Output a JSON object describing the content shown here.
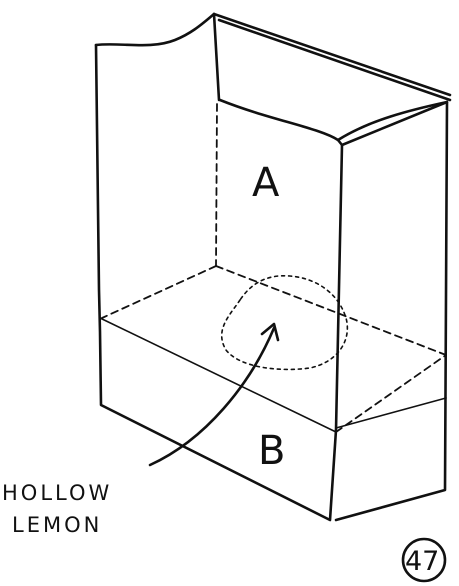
{
  "labels": {
    "region_a": "A",
    "region_b": "B",
    "callout_line1": "HOLLOW",
    "callout_line2": "LEMON",
    "figure_number": "47"
  },
  "icons": {
    "box": "open-carton-icon",
    "lemon": "hollow-lemon-outline",
    "arrow": "curved-pointer-arrow"
  },
  "colors": {
    "ink": "#111111",
    "paper": "#ffffff"
  }
}
